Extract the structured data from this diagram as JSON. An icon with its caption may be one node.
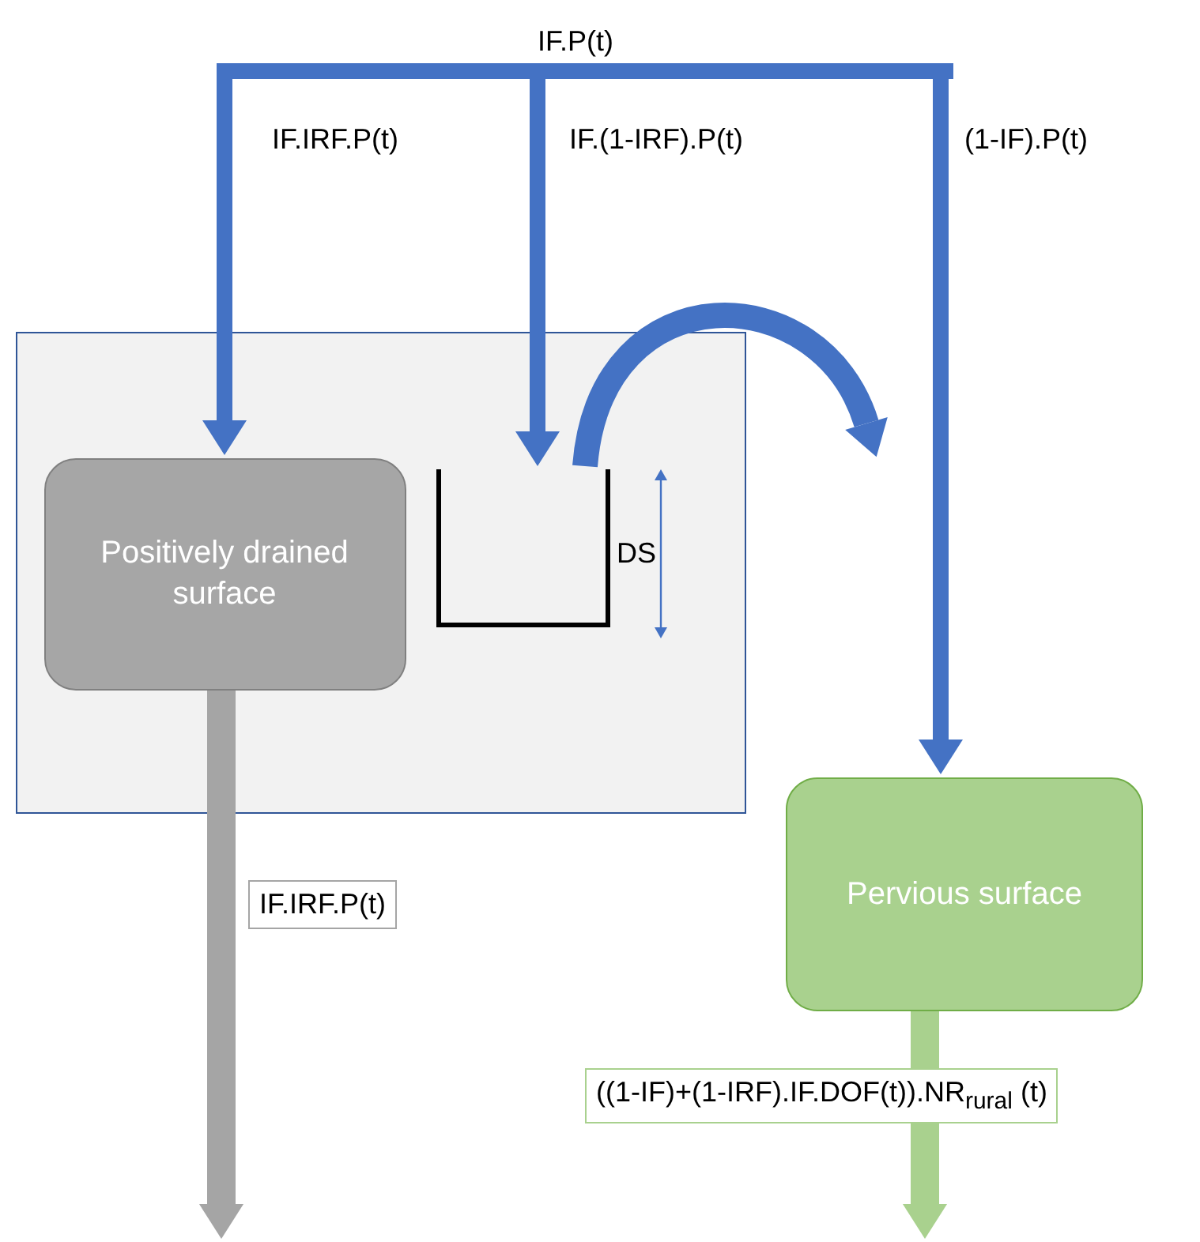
{
  "diagram": {
    "nodes": [
      {
        "text": [],
        "shape": "box"
      },
      {
        "text": [
          "Positively drained surface"
        ],
        "in": 0
      },
      {
        "text": [],
        "shape": "bucket",
        "in": 0
      },
      {
        "text": [
          "Pervious surface"
        ]
      }
    ],
    "edges": [
      {
        "from": null,
        "to": 1,
        "arrow": "to",
        "label": "IF.IRF.P(t)"
      },
      {
        "from": null,
        "to": 2,
        "arrow": "to",
        "label": "IF.(1-IRF).P(t)"
      },
      {
        "from": null,
        "to": 3,
        "arrow": "to",
        "label": "(1-IF).P(t)"
      },
      {
        "from": 1,
        "to": null,
        "arrow": "to",
        "label": "IF.IRF.P(t)",
        "color": "#a5a5a5",
        "style": "thick"
      },
      {
        "from": 3,
        "to": null,
        "arrow": "to",
        "label": "((1-IF)+(1-IRF).IF.DOF(t)).NR$_{rural}$ (t)",
        "color": "#a9d18e",
        "style": "thick"
      },
      {
        "from": 2,
        "to": null,
        "arrow": "to"
      }
    ],
    "labels": [
      "IF.P(t)",
      "DS"
    ]
  }
}
